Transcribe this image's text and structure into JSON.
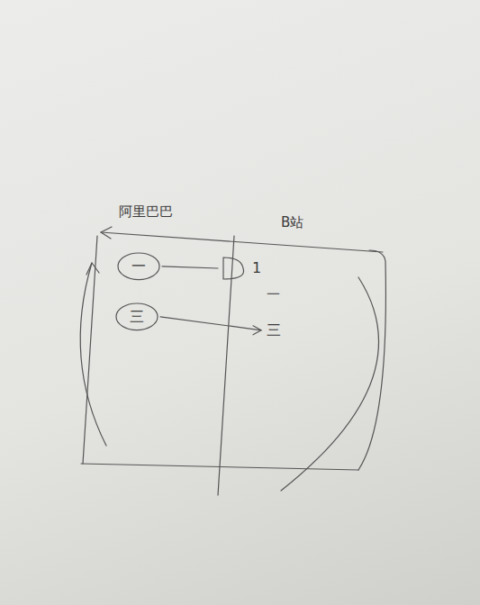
{
  "diagram": {
    "nodes": [
      {
        "text": [
          "一"
        ]
      },
      {
        "text": [
          "三"
        ]
      },
      {
        "text": [
          "1"
        ]
      },
      {
        "text": [
          "三"
        ]
      }
    ],
    "edges": [
      {
        "from": 0,
        "to": 2,
        "arrow": "none"
      },
      {
        "from": 1,
        "to": 3,
        "arrow": "to"
      }
    ],
    "labels": [
      "阿里巴巴",
      "B站",
      "一"
    ]
  }
}
